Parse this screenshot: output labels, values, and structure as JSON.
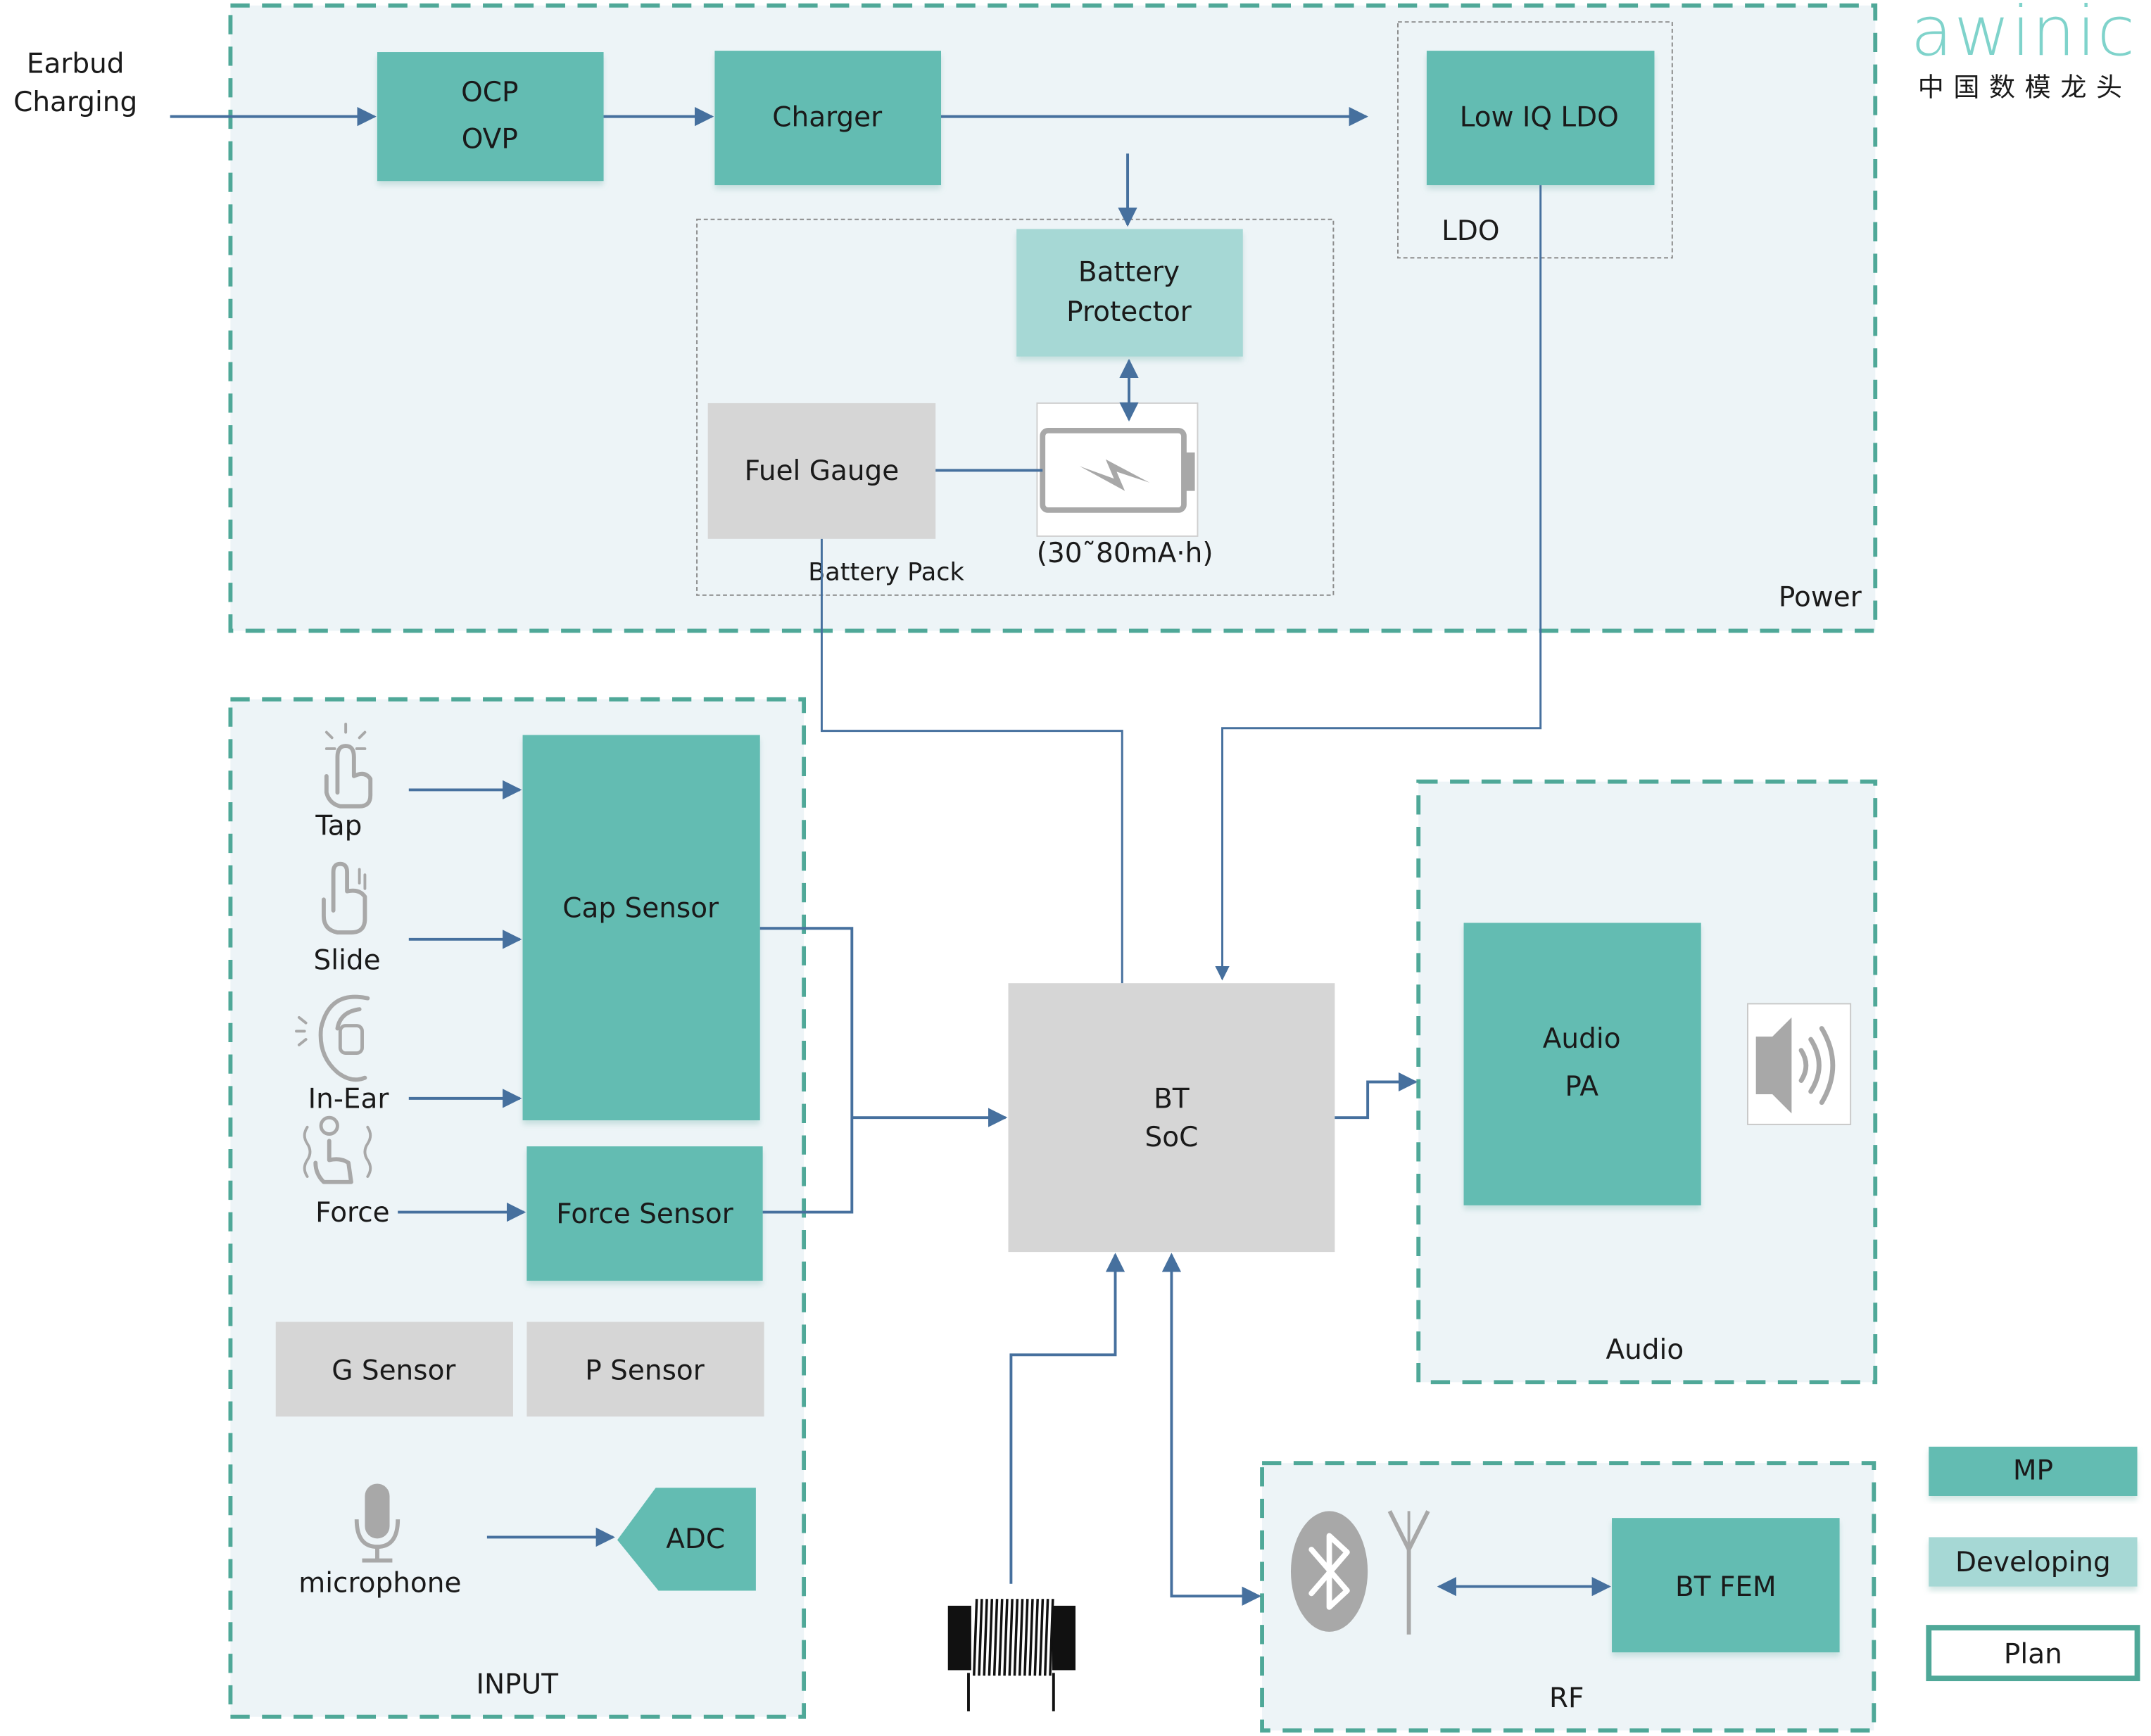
{
  "brand": {
    "logo_text": "awinic",
    "tagline": "中国数模龙头",
    "color": "#7fd3cb"
  },
  "colors": {
    "mp": "#63bcb2",
    "developing": "#a6d8d5",
    "plan_border": "#4fa898",
    "wire": "#46709e",
    "group_border": "#4fa898",
    "group_fill": "#edf4f7",
    "neutral_block": "#d6d6d6"
  },
  "external": {
    "earbud_charging_line1": "Earbud",
    "earbud_charging_line2": "Charging"
  },
  "groups": {
    "power": {
      "title": "Power",
      "blocks": {
        "ocp_ovp_line1": "OCP",
        "ocp_ovp_line2": "OVP",
        "charger": "Charger",
        "low_iq_ldo": "Low IQ LDO",
        "ldo_subgroup": "LDO",
        "battery_protector_line1": "Battery",
        "battery_protector_line2": "Protector",
        "fuel_gauge": "Fuel Gauge",
        "battery_pack": "Battery Pack",
        "battery_capacity": "(30˜80mA·h)"
      }
    },
    "input": {
      "title": "INPUT",
      "gestures": [
        "Tap",
        "Slide",
        "In-Ear",
        "Force"
      ],
      "blocks": {
        "cap_sensor": "Cap Sensor",
        "force_sensor": "Force Sensor",
        "g_sensor": "G Sensor",
        "p_sensor": "P Sensor",
        "microphone": "microphone",
        "adc": "ADC"
      }
    },
    "core": {
      "bt_soc_line1": "BT",
      "bt_soc_line2": "SoC"
    },
    "audio": {
      "title": "Audio",
      "pa_line1": "Audio",
      "pa_line2": "PA"
    },
    "rf": {
      "title": "RF",
      "bt_fem": "BT FEM"
    }
  },
  "legend": {
    "items": [
      {
        "label": "MP",
        "status": "mp"
      },
      {
        "label": "Developing",
        "status": "developing"
      },
      {
        "label": "Plan",
        "status": "plan"
      }
    ]
  }
}
